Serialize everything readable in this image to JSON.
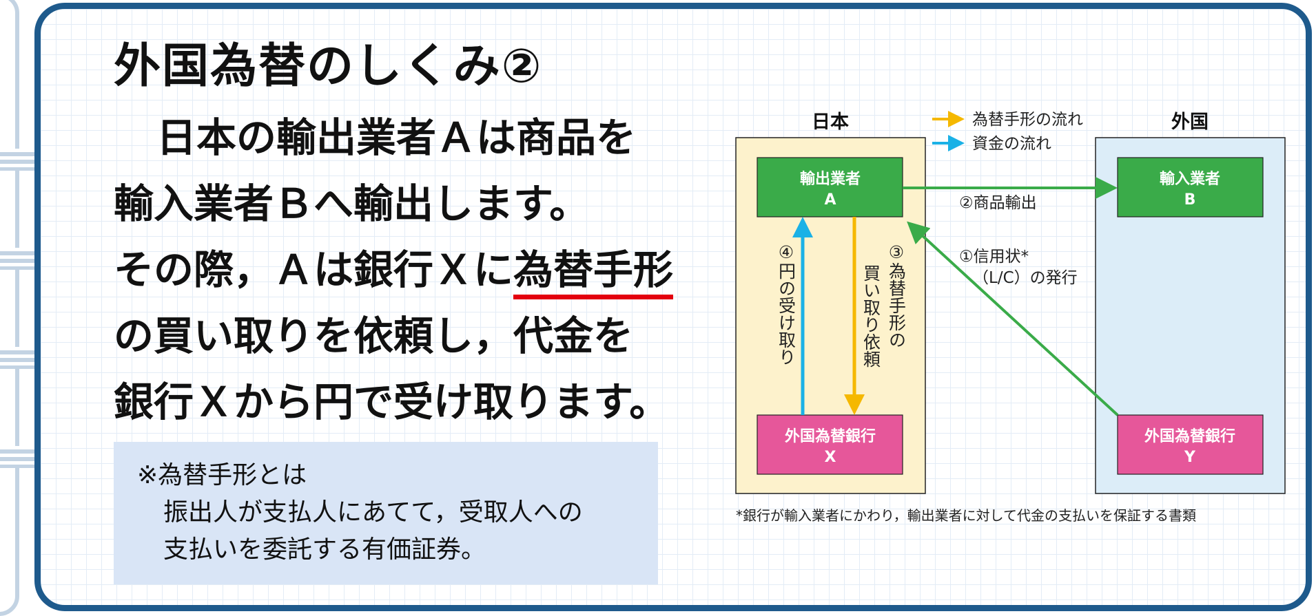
{
  "title": "外国為替のしくみ②",
  "body": {
    "line1": "日本の輸出業者Ａは商品を",
    "line2": "輸入業者Ｂへ輸出します。",
    "line3_pre": "その際，Ａは銀行Ｘに",
    "line3_term": "為替手形",
    "line4": "の買い取りを依頼し，代金を",
    "line5": "銀行Ｘから円で受け取ります。"
  },
  "note": {
    "line1": "※為替手形とは",
    "line2": "振出人が支払人にあてて，受取人への",
    "line3": "支払いを委託する有価証券。"
  },
  "diagram": {
    "region_japan": "日本",
    "region_foreign": "外国",
    "legend_draft": "為替手形の流れ",
    "legend_money": "資金の流れ",
    "exporter_line1": "輸出業者",
    "exporter_line2": "A",
    "importer_line1": "輸入業者",
    "importer_line2": "B",
    "bank_x_line1": "外国為替銀行",
    "bank_x_line2": "X",
    "bank_y_line1": "外国為替銀行",
    "bank_y_line2": "Y",
    "step1_line1": "①信用状*",
    "step1_line2": "（L/C）の発行",
    "step2": "②商品輸出",
    "step3_line1": "③為替手形の",
    "step3_line2": "買い取り依頼",
    "step4": "④円の受け取り",
    "footnote": "*銀行が輸入業者にかわり，輸出業者に対して代金の支払いを保証する書類",
    "colors": {
      "goods_arrow": "#3aab49",
      "draft_arrow": "#f5b800",
      "money_arrow": "#1ab1e6",
      "japan_bg": "#fdf2cc",
      "foreign_bg": "#dcedf8",
      "actor_box": "#3aab49",
      "bank_box": "#e6579a"
    }
  }
}
